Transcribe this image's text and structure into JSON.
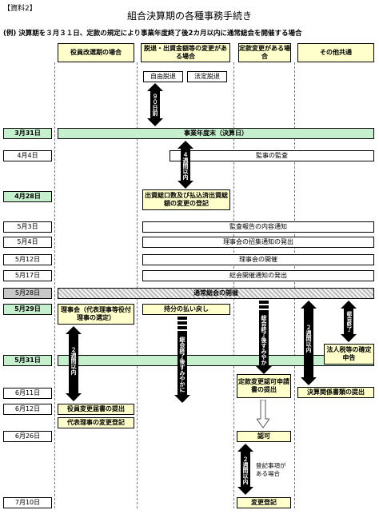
{
  "header": {
    "doc_label": "【資料2】",
    "title": "組合決算期の各種事務手続き",
    "subtitle": "(例) 決算期を３月３１日、定款の規定により事業年度終了後2カ月以内に通常総会を開催する場合"
  },
  "columns": [
    "役員改選期の場合",
    "脱退・出資金額等の変更がある場合",
    "定款変更がある場合",
    "その他共通"
  ],
  "dates": [
    "3月31日",
    "4月4日",
    "4月28日",
    "5月3日",
    "5月4日",
    "5月12日",
    "5月17日",
    "5月28日",
    "5月29日",
    "5月31日",
    "6月11日",
    "6月12日",
    "6月26日",
    "7月10日"
  ],
  "withdraw": {
    "voluntary": "自由脱退",
    "legal": "法定脱退"
  },
  "rows": {
    "fiscal_end": "事業年度末（決算日）",
    "audit": "監事の監査",
    "capital_registration": "出資総口数及び払込済出資総額の変更の登記",
    "audit_report": "監査報告の内容通知",
    "board_notice": "理事会の招集通知の発出",
    "board_meeting": "理事会の開催",
    "assembly_notice": "総会開催通知の発出",
    "assembly": "通常総会の開催",
    "board_rep": "理事会（代表理事等役付理事の選定）",
    "refund": "持分の払い戻し",
    "tax_return": "法人税等の確定申告",
    "articles_approval_app": "定款変更認可申請書の提出",
    "settlement_docs": "決算関係書類の提出",
    "officer_change": "役員変更届書の提出",
    "rep_change": "代表理事の変更登記",
    "approval": "認可",
    "articles_registration": "変更登記"
  },
  "arrows": {
    "within90": "９０日前までに",
    "within4w": "４週間以内",
    "within2w_a": "２週間以内",
    "after_assembly_b": "総会終了後すみやかに",
    "after_assembly_c": "総会終了後すみやかに",
    "within2w_d": "２週間以内",
    "after_assembly_d": "総会終了後",
    "within2w_c": "２週間以内",
    "if_registration": "登記事項がある場合"
  }
}
